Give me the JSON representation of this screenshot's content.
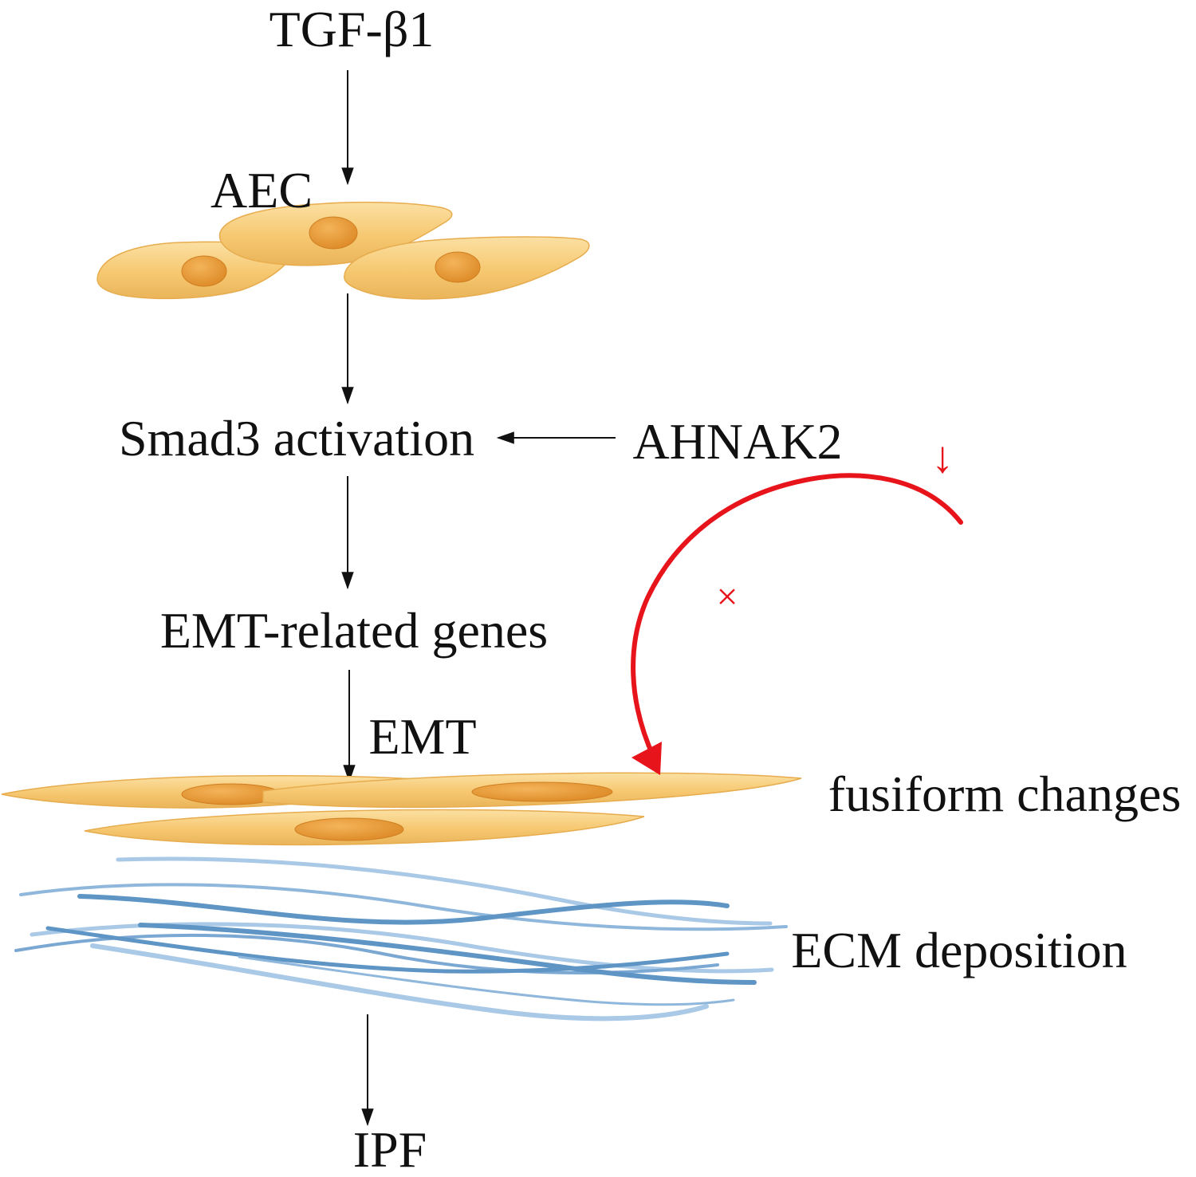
{
  "labels": {
    "tgf": "TGF-β1",
    "aec": "AEC",
    "smad3": "Smad3 activation",
    "ahnak2": "AHNAK2",
    "emt_genes": "EMT-related genes",
    "emt": "EMT",
    "fusiform": "fusiform changes",
    "ecm": "ECM deposition",
    "ipf": "IPF"
  },
  "marks": {
    "down_arrow": "↓",
    "cross": "×"
  },
  "colors": {
    "text": "#111111",
    "inhibition": "#e8141b",
    "cell_body": "#f6c870",
    "cell_edge": "#e9ad48",
    "nucleus": "#e8962f",
    "fiber_dark": "#5e95c5",
    "fiber_light": "#a9c9e6"
  }
}
